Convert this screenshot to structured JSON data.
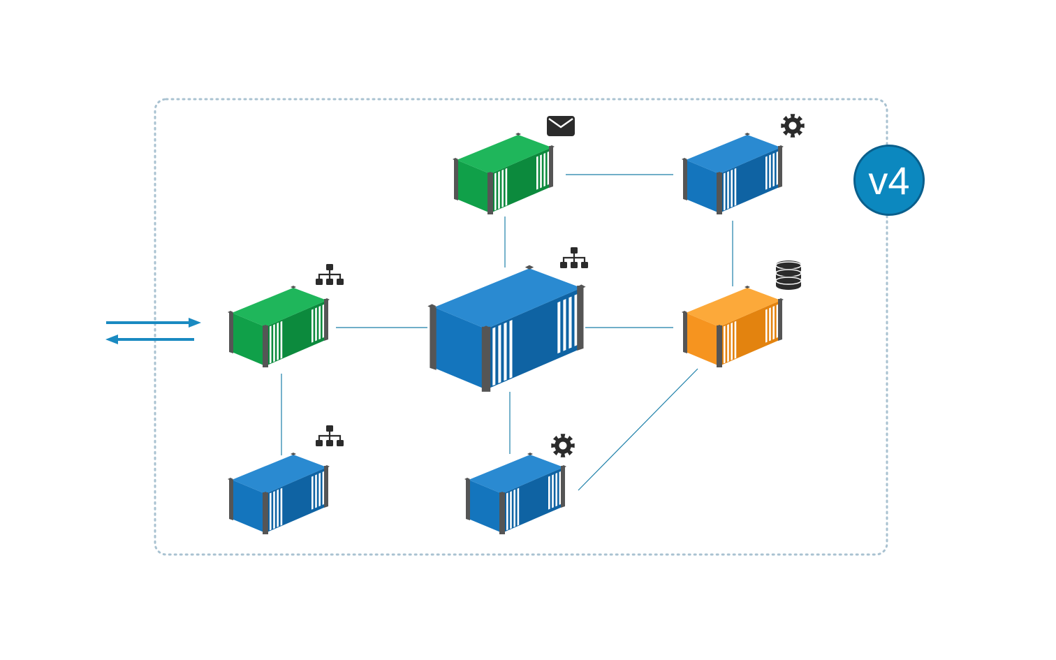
{
  "version_badge": {
    "label": "v4",
    "color": "#0c88bf",
    "border": "#0a5f8c"
  },
  "colors": {
    "blue": {
      "front": "#1475bd",
      "top": "#2a8ad1",
      "side": "#0f63a3"
    },
    "green": {
      "front": "#10a049",
      "top": "#1fb65b",
      "side": "#0c8a3d"
    },
    "orange": {
      "front": "#f6941f",
      "top": "#fca93a",
      "side": "#e3830f"
    },
    "frame": "#555555",
    "link": "#1a7ea8",
    "arrow": "#1a8ac1",
    "boundary": "#a9c2d1",
    "icon": "#2b2b2b"
  },
  "containers": [
    {
      "id": "gateway",
      "color": "green",
      "icon": "sitemap-icon"
    },
    {
      "id": "mail",
      "color": "green",
      "icon": "envelope-icon"
    },
    {
      "id": "core",
      "color": "blue",
      "icon": "sitemap-icon"
    },
    {
      "id": "worker-top",
      "color": "blue",
      "icon": "gear-icon"
    },
    {
      "id": "database",
      "color": "orange",
      "icon": "database-icon"
    },
    {
      "id": "service-bottom-left",
      "color": "blue",
      "icon": "sitemap-icon"
    },
    {
      "id": "worker-bottom",
      "color": "blue",
      "icon": "gear-icon"
    }
  ],
  "links": [
    [
      "gateway",
      "core"
    ],
    [
      "gateway",
      "service-bottom-left"
    ],
    [
      "mail",
      "core"
    ],
    [
      "mail",
      "worker-top"
    ],
    [
      "worker-top",
      "database"
    ],
    [
      "core",
      "database"
    ],
    [
      "core",
      "worker-bottom"
    ],
    [
      "worker-bottom",
      "database"
    ]
  ],
  "traffic_arrows": {
    "directions": [
      "inbound",
      "outbound"
    ]
  }
}
